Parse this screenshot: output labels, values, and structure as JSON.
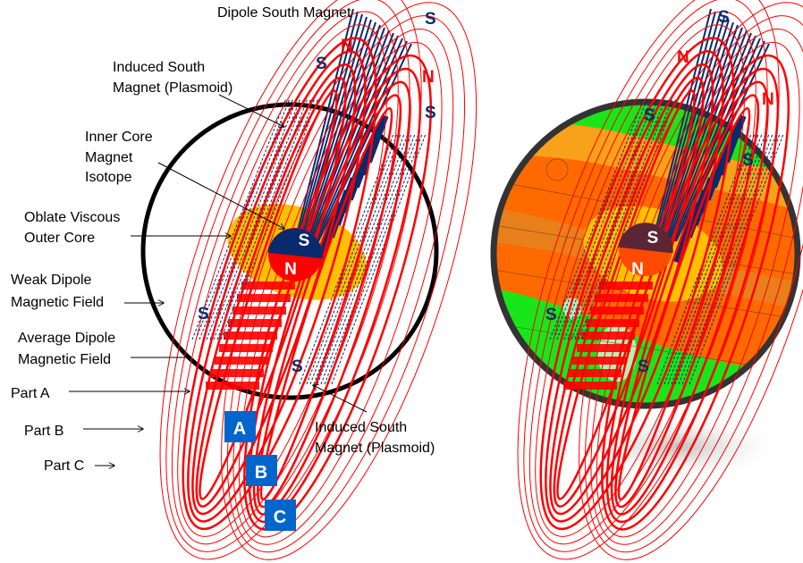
{
  "labels": {
    "dipole_south_magnet": "Dipole South Magnet",
    "induced_south_top": [
      "Induced South",
      "Magnet (Plasmoid)"
    ],
    "inner_core": [
      "Inner Core",
      "Magnet",
      "Isotope"
    ],
    "outer_core": [
      "Oblate Viscous",
      "Outer Core"
    ],
    "weak_dipole": [
      "Weak Dipole",
      "Magnetic Field"
    ],
    "average_dipole": [
      "Average Dipole",
      "Magnetic Field"
    ],
    "part_a": "Part A",
    "part_b": "Part B",
    "part_c": "Part C",
    "induced_south_bottom": [
      "Induced South",
      "Magnet (Plasmoid)"
    ]
  },
  "poles": {
    "south": "S",
    "north": "N"
  },
  "boxes": [
    "A",
    "B",
    "C"
  ],
  "colors": {
    "field_red": "#ff0000",
    "south_navy": "#0a2a6e",
    "core_yellow": "#ffc000",
    "box_blue": "#0066cc",
    "mars_orange": "#ff6a00",
    "mars_green": "#19e619"
  }
}
